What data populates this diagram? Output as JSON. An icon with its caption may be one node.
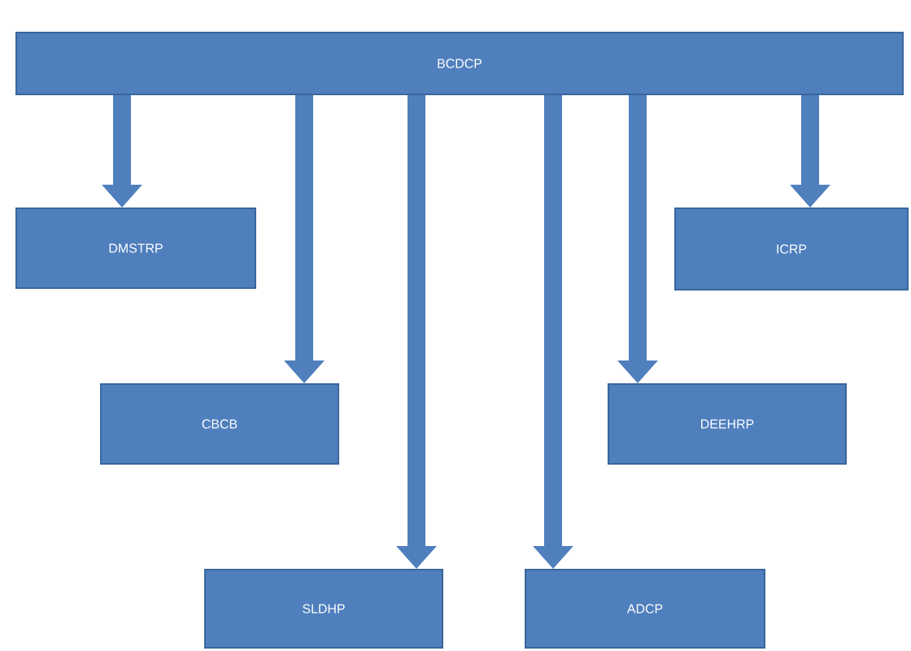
{
  "diagram": {
    "nodes": [
      {
        "text": [
          "BCDCP"
        ]
      },
      {
        "text": [
          "DMSTRP"
        ]
      },
      {
        "text": [
          "ICRP"
        ]
      },
      {
        "text": [
          "CBCB"
        ]
      },
      {
        "text": [
          "DEEHRP"
        ]
      },
      {
        "text": [
          "SLDHP"
        ]
      },
      {
        "text": [
          "ADCP"
        ]
      }
    ],
    "edges": [
      {
        "from": 0,
        "to": 1,
        "arrow": "to"
      },
      {
        "from": 0,
        "to": 3,
        "arrow": "to"
      },
      {
        "from": 0,
        "to": 5,
        "arrow": "to"
      },
      {
        "from": 0,
        "to": 6,
        "arrow": "to"
      },
      {
        "from": 0,
        "to": 4,
        "arrow": "to"
      },
      {
        "from": 0,
        "to": 2,
        "arrow": "to"
      }
    ]
  }
}
